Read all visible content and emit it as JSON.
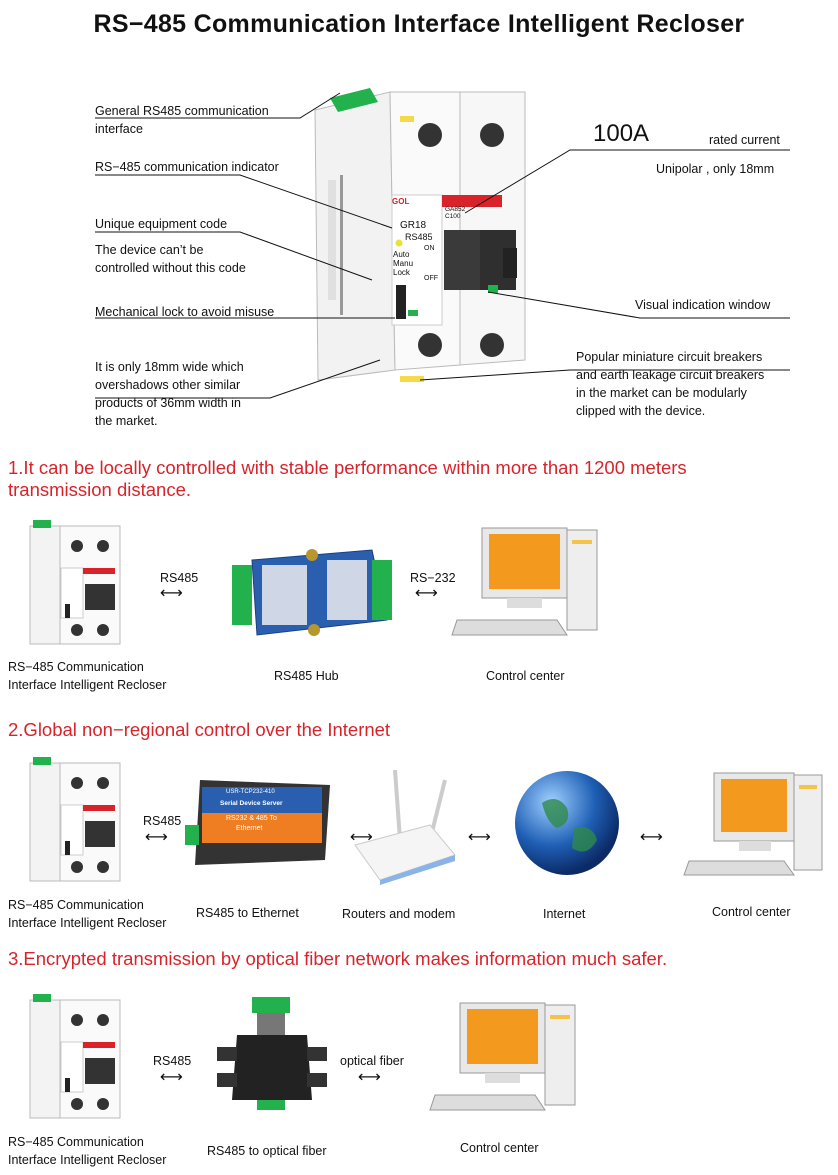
{
  "title": "RS−485 Communication Interface Intelligent Recloser",
  "callouts": {
    "rs485_interface": [
      "General RS485 communication",
      "interface"
    ],
    "indicator": "RS−485 communication indicator",
    "equipment_code": "Unique equipment code",
    "code_note": [
      "The device can’t be",
      "controlled without this code"
    ],
    "mech_lock": "Mechanical lock to avoid misuse",
    "width_note": [
      "It is only 18mm wide which",
      "overshadows other similar",
      "products of 36mm width in",
      "the market."
    ],
    "rated_value": "100A",
    "rated_label": "rated current",
    "unipolar": "Unipolar , only 18mm",
    "visual_window": "Visual indication window",
    "breakers_note": [
      "Popular miniature circuit breakers",
      "and earth leakage circuit breakers",
      "in the market can be modularly",
      "clipped with the device."
    ]
  },
  "device_face": {
    "brand": "GOL",
    "model": "GR18",
    "rs485": "RS485",
    "modes": [
      "Auto",
      "Manu",
      "Lock"
    ],
    "on": "ON",
    "off": "OFF",
    "side_label": "GA852 C100"
  },
  "section1": {
    "heading": [
      "1.It can be locally controlled with stable performance within more than 1200 meters",
      "transmission distance."
    ],
    "link1": "RS485",
    "link2": "RS−232",
    "labels": {
      "recloser": [
        "RS−485 Communication",
        "Interface Intelligent Recloser"
      ],
      "hub": "RS485 Hub",
      "control": "Control center"
    }
  },
  "section2": {
    "heading": "2.Global non−regional control over the Internet",
    "link1": "RS485",
    "converter_lines": [
      "USR-TCP232-410",
      "Serial Device Server",
      "RS232 & 485 To",
      "Ethernet"
    ],
    "labels": {
      "recloser": [
        "RS−485 Communication",
        "Interface Intelligent Recloser"
      ],
      "ethernet": "RS485 to Ethernet",
      "router": "Routers and modem",
      "internet": "Internet",
      "control": "Control center"
    }
  },
  "section3": {
    "heading": "3.Encrypted transmission by optical fiber network makes information much safer.",
    "link1": "RS485",
    "link2": "optical fiber",
    "labels": {
      "recloser": [
        "RS−485 Communication",
        "Interface Intelligent Recloser"
      ],
      "fiber": "RS485 to optical fiber",
      "control": "Control center"
    }
  },
  "arrow_glyph": "⟷",
  "colors": {
    "heading_red": "#d8232a",
    "green_module": "#22b14c",
    "hub_blue": "#2a5fb0",
    "converter_orange": "#ef7d22",
    "monitor_orange": "#f39a1e",
    "globe_blue": "#1f5fb5"
  }
}
